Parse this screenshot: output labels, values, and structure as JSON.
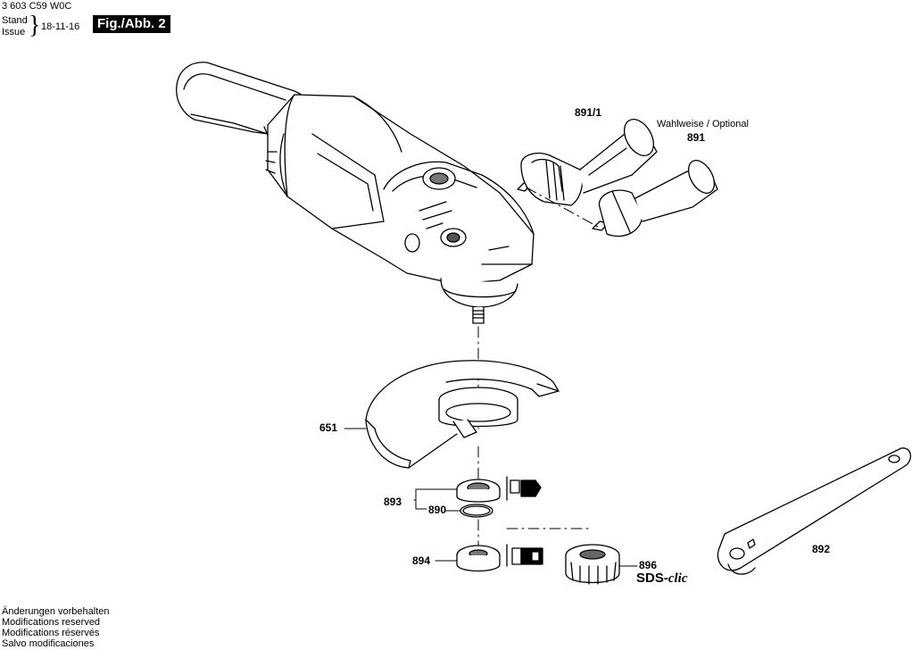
{
  "header": {
    "doc_number": "3 603 C59 W0C",
    "stand_label": "Stand",
    "issue_label": "Issue",
    "date": "18-11-16",
    "figure_badge": "Fig./Abb. 2"
  },
  "parts": {
    "p891_1": "891/1",
    "p891": "891",
    "optional_note": "Wahlweise / Optional",
    "p651": "651",
    "p893": "893",
    "p890": "890",
    "p894": "894",
    "p896": "896",
    "p896_name_sds": "SDS-",
    "p896_name_clic": "clic",
    "p892": "892"
  },
  "footer": {
    "lines": [
      "Änderungen vorbehalten",
      "Modifications reserved",
      "Modifications réservés",
      "Salvo modificaciones"
    ]
  }
}
